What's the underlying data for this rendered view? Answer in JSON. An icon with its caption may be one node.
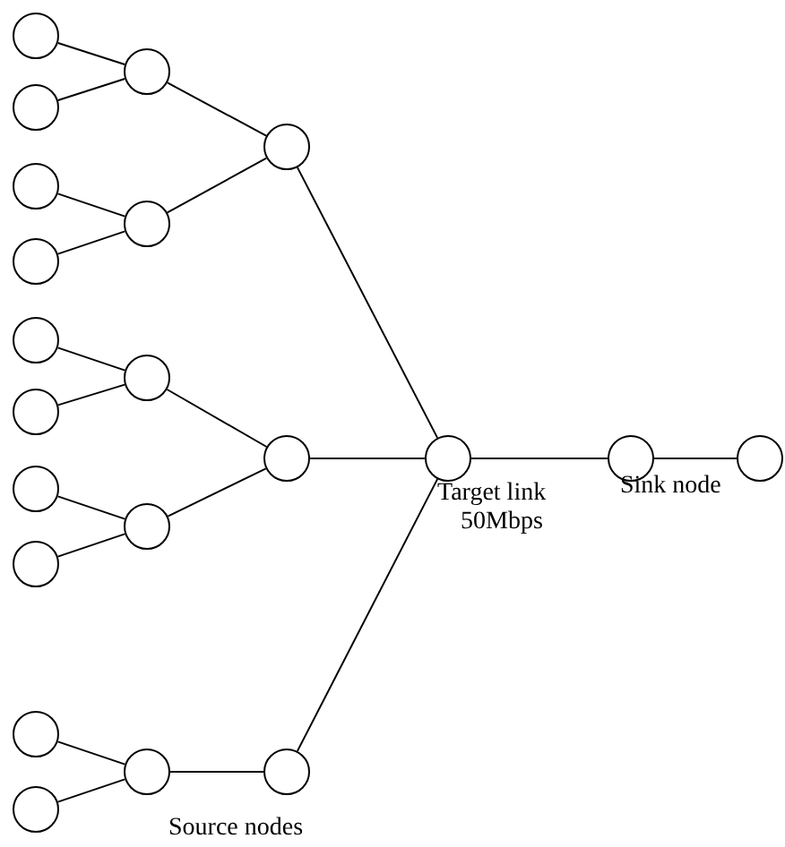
{
  "diagram": {
    "nodes": [
      {
        "text": [],
        "shape": "circle"
      },
      {
        "text": [],
        "shape": "circle"
      },
      {
        "text": [],
        "shape": "circle"
      },
      {
        "text": [],
        "shape": "circle"
      },
      {
        "text": [],
        "shape": "circle"
      },
      {
        "text": [],
        "shape": "circle"
      },
      {
        "text": [],
        "shape": "circle"
      },
      {
        "text": [],
        "shape": "circle"
      },
      {
        "text": [],
        "shape": "circle"
      },
      {
        "text": [],
        "shape": "circle"
      },
      {
        "text": [],
        "shape": "circle"
      },
      {
        "text": [],
        "shape": "circle"
      },
      {
        "text": [],
        "shape": "circle"
      },
      {
        "text": [],
        "shape": "circle"
      },
      {
        "text": [],
        "shape": "circle"
      },
      {
        "text": [],
        "shape": "circle"
      },
      {
        "text": [],
        "shape": "circle"
      },
      {
        "text": [],
        "shape": "circle"
      },
      {
        "text": [],
        "shape": "circle"
      },
      {
        "text": [],
        "shape": "circle"
      },
      {
        "text": [],
        "shape": "circle"
      }
    ],
    "edges": [
      {
        "from": 0,
        "to": 10,
        "arrow": "none"
      },
      {
        "from": 1,
        "to": 10,
        "arrow": "none"
      },
      {
        "from": 2,
        "to": 11,
        "arrow": "none"
      },
      {
        "from": 3,
        "to": 11,
        "arrow": "none"
      },
      {
        "from": 4,
        "to": 12,
        "arrow": "none"
      },
      {
        "from": 5,
        "to": 12,
        "arrow": "none"
      },
      {
        "from": 6,
        "to": 13,
        "arrow": "none"
      },
      {
        "from": 7,
        "to": 13,
        "arrow": "none"
      },
      {
        "from": 8,
        "to": 14,
        "arrow": "none"
      },
      {
        "from": 9,
        "to": 14,
        "arrow": "none"
      },
      {
        "from": 10,
        "to": 15,
        "arrow": "none"
      },
      {
        "from": 11,
        "to": 15,
        "arrow": "none"
      },
      {
        "from": 12,
        "to": 16,
        "arrow": "none"
      },
      {
        "from": 13,
        "to": 16,
        "arrow": "none"
      },
      {
        "from": 14,
        "to": 17,
        "arrow": "none"
      },
      {
        "from": 15,
        "to": 18,
        "arrow": "none"
      },
      {
        "from": 16,
        "to": 18,
        "arrow": "none"
      },
      {
        "from": 17,
        "to": 18,
        "arrow": "none"
      },
      {
        "from": 18,
        "to": 19,
        "arrow": "none"
      },
      {
        "from": 19,
        "to": 20,
        "arrow": "none"
      }
    ],
    "labels": [
      "Target link",
      "50Mbps",
      "Sink node",
      "Source nodes"
    ]
  }
}
